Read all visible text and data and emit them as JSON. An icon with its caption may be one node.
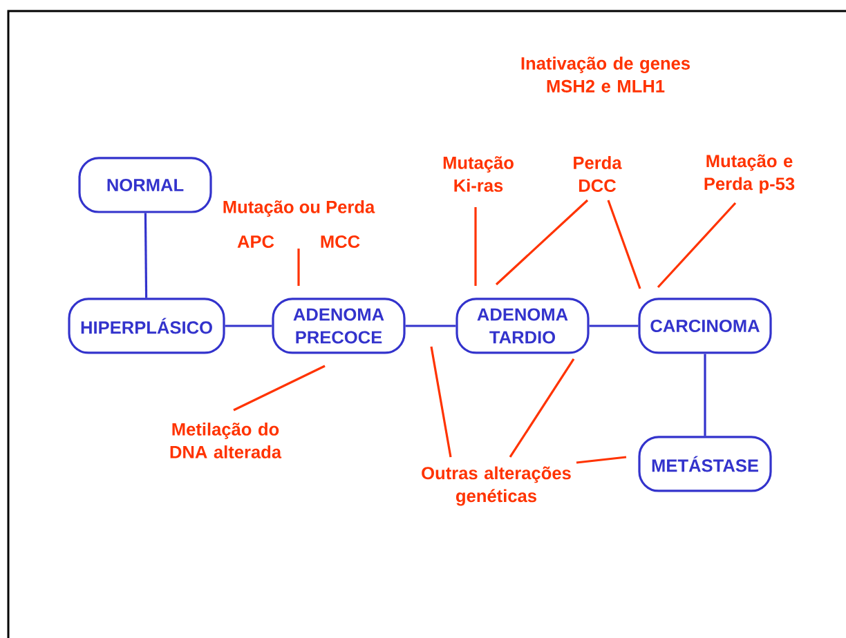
{
  "diagram": {
    "nodes": [
      {
        "text": [
          "NORMAL"
        ]
      },
      {
        "text": [
          "HIPERPLÁSICO"
        ]
      },
      {
        "text": [
          "ADENOMA PRECOCE"
        ]
      },
      {
        "text": [
          "ADENOMA TARDIO"
        ]
      },
      {
        "text": [
          "CARCINOMA"
        ]
      },
      {
        "text": [
          "METÁSTASE"
        ]
      },
      {
        "text": [
          "Mutação ou Perda"
        ]
      },
      {
        "text": [
          "Mutação Ki-ras"
        ]
      },
      {
        "text": [
          "Perda DCC"
        ]
      },
      {
        "text": [
          "Mutação e Perda p-53"
        ]
      },
      {
        "text": [
          "Metilação do DNA alterada"
        ]
      },
      {
        "text": [
          "Outras alterações genéticas"
        ]
      }
    ],
    "edges": [
      {
        "from": 0,
        "to": 1,
        "arrow": "none",
        "color": "#3333cc"
      },
      {
        "from": 1,
        "to": 2,
        "arrow": "none",
        "color": "#3333cc"
      },
      {
        "from": 2,
        "to": 3,
        "arrow": "none",
        "color": "#3333cc"
      },
      {
        "from": 3,
        "to": 4,
        "arrow": "none",
        "color": "#3333cc"
      },
      {
        "from": 4,
        "to": 5,
        "arrow": "none",
        "color": "#3333cc"
      },
      {
        "from": 6,
        "to": 2,
        "arrow": "none"
      },
      {
        "from": 7,
        "to": 3,
        "arrow": "none"
      },
      {
        "from": 8,
        "to": 3,
        "arrow": "none"
      },
      {
        "from": 8,
        "to": 4,
        "arrow": "none"
      },
      {
        "from": 9,
        "to": 4,
        "arrow": "none"
      },
      {
        "from": 10,
        "to": 2,
        "arrow": "none"
      },
      {
        "from": 11,
        "to": null,
        "arrow": "none"
      },
      {
        "from": 11,
        "to": 3,
        "arrow": "none"
      },
      {
        "from": 11,
        "to": 5,
        "arrow": "none"
      }
    ],
    "labels": [
      "Inativação de genes MSH2 e MLH1",
      "APC",
      "MCC"
    ]
  }
}
